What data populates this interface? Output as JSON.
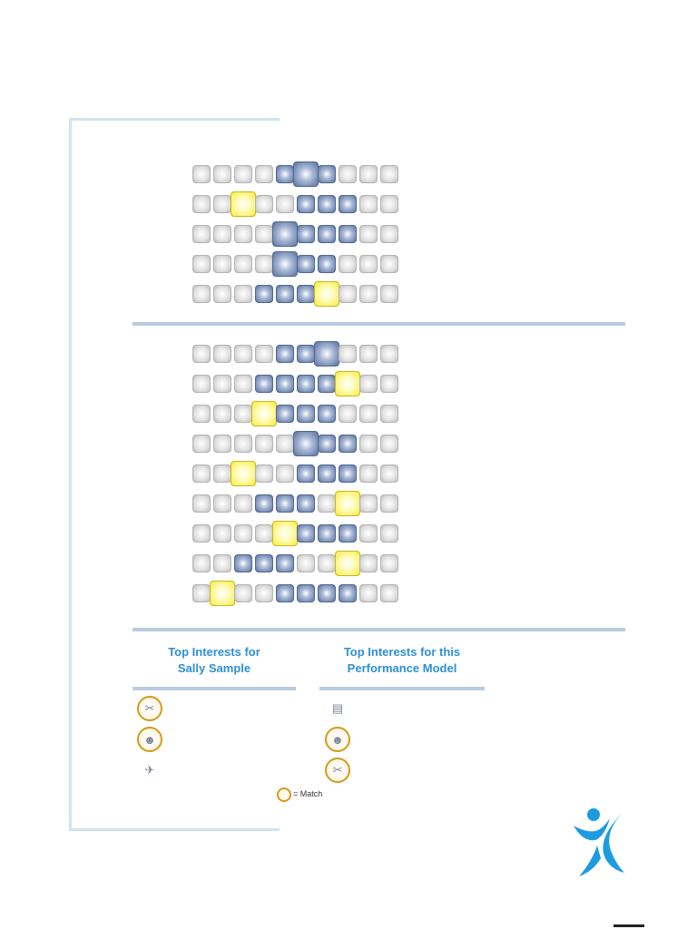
{
  "section1_rows": [
    {
      "blue": [
        4,
        6
      ],
      "peak": 5,
      "peak_type": "blue"
    },
    {
      "blue": [
        5,
        7
      ],
      "peak": 2,
      "peak_type": "yellow"
    },
    {
      "blue": [
        4,
        7
      ],
      "peak": 4,
      "peak_type": "blue"
    },
    {
      "blue": [
        4,
        6
      ],
      "peak": 4,
      "peak_type": "blue"
    },
    {
      "blue": [
        3,
        5
      ],
      "peak": 6,
      "peak_type": "yellow"
    }
  ],
  "section2_rows": [
    {
      "blue": [
        4,
        6
      ],
      "peak": 6,
      "peak_type": "blue"
    },
    {
      "blue": [
        3,
        6
      ],
      "peak": 7,
      "peak_type": "yellow"
    },
    {
      "blue": [
        4,
        6
      ],
      "peak": 3,
      "peak_type": "yellow"
    },
    {
      "blue": [
        5,
        7
      ],
      "peak": 5,
      "peak_type": "blue"
    },
    {
      "blue": [
        5,
        7
      ],
      "peak": 2,
      "peak_type": "yellow"
    },
    {
      "blue": [
        3,
        5
      ],
      "peak": 7,
      "peak_type": "yellow"
    },
    {
      "blue": [
        5,
        7
      ],
      "peak": 4,
      "peak_type": "yellow"
    },
    {
      "blue": [
        2,
        4
      ],
      "peak": 7,
      "peak_type": "yellow"
    },
    {
      "blue": [
        4,
        7
      ],
      "peak": 1,
      "peak_type": "yellow"
    }
  ],
  "left_column": {
    "title_line1": "Top Interests for",
    "title_line2": "Sally Sample",
    "icons": [
      {
        "name": "tools-icon",
        "glyph": "✂",
        "match": true
      },
      {
        "name": "people-icon",
        "glyph": "☻",
        "match": true
      },
      {
        "name": "satellite-icon",
        "glyph": "✈",
        "match": false
      }
    ]
  },
  "right_column": {
    "title_line1": "Top Interests for this",
    "title_line2": "Performance Model",
    "icons": [
      {
        "name": "document-icon",
        "glyph": "▤",
        "match": false
      },
      {
        "name": "people-icon",
        "glyph": "☻",
        "match": true
      },
      {
        "name": "tools-icon",
        "glyph": "✂",
        "match": true
      }
    ]
  },
  "legend": {
    "label": "= Match"
  },
  "colors": {
    "accent": "#2e8fd6",
    "match_ring": "#d49a1e",
    "blue_cell": "#5b729f",
    "yellow_cell": "#f8ec3c",
    "divider": "#b9cbe0"
  }
}
